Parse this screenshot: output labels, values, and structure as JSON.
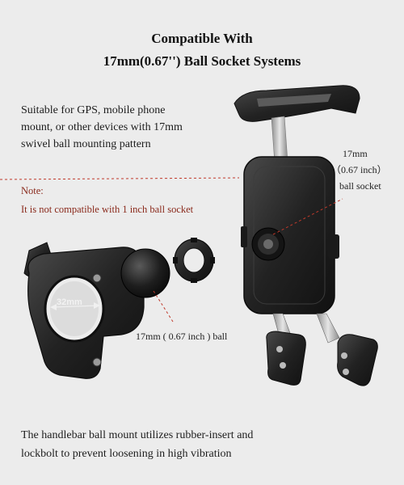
{
  "title": {
    "line1": "Compatible With",
    "line2": "17mm(0.67'') Ball Socket Systems"
  },
  "description": {
    "line1": "Suitable for GPS, mobile phone",
    "line2": "mount, or other devices with 17mm",
    "line3": "swivel ball mounting pattern"
  },
  "note": {
    "heading": "Note:",
    "text": "It is not compatible with 1 inch ball socket"
  },
  "labels": {
    "socket_line1": "17mm",
    "socket_line2": "（0.67 inch）",
    "socket_line3": "ball socket",
    "ball": "17mm ( 0.67 inch ) ball",
    "clamp_size": "32mm"
  },
  "footer": {
    "line1": "The handlebar ball mount utilizes rubber-insert and",
    "line2": "lockbolt to prevent loosening in high vibration"
  },
  "colors": {
    "background": "#ececec",
    "note_text": "#8a2a1c",
    "dashed_line": "#c0392b",
    "product_dark": "#2b2b2b"
  }
}
